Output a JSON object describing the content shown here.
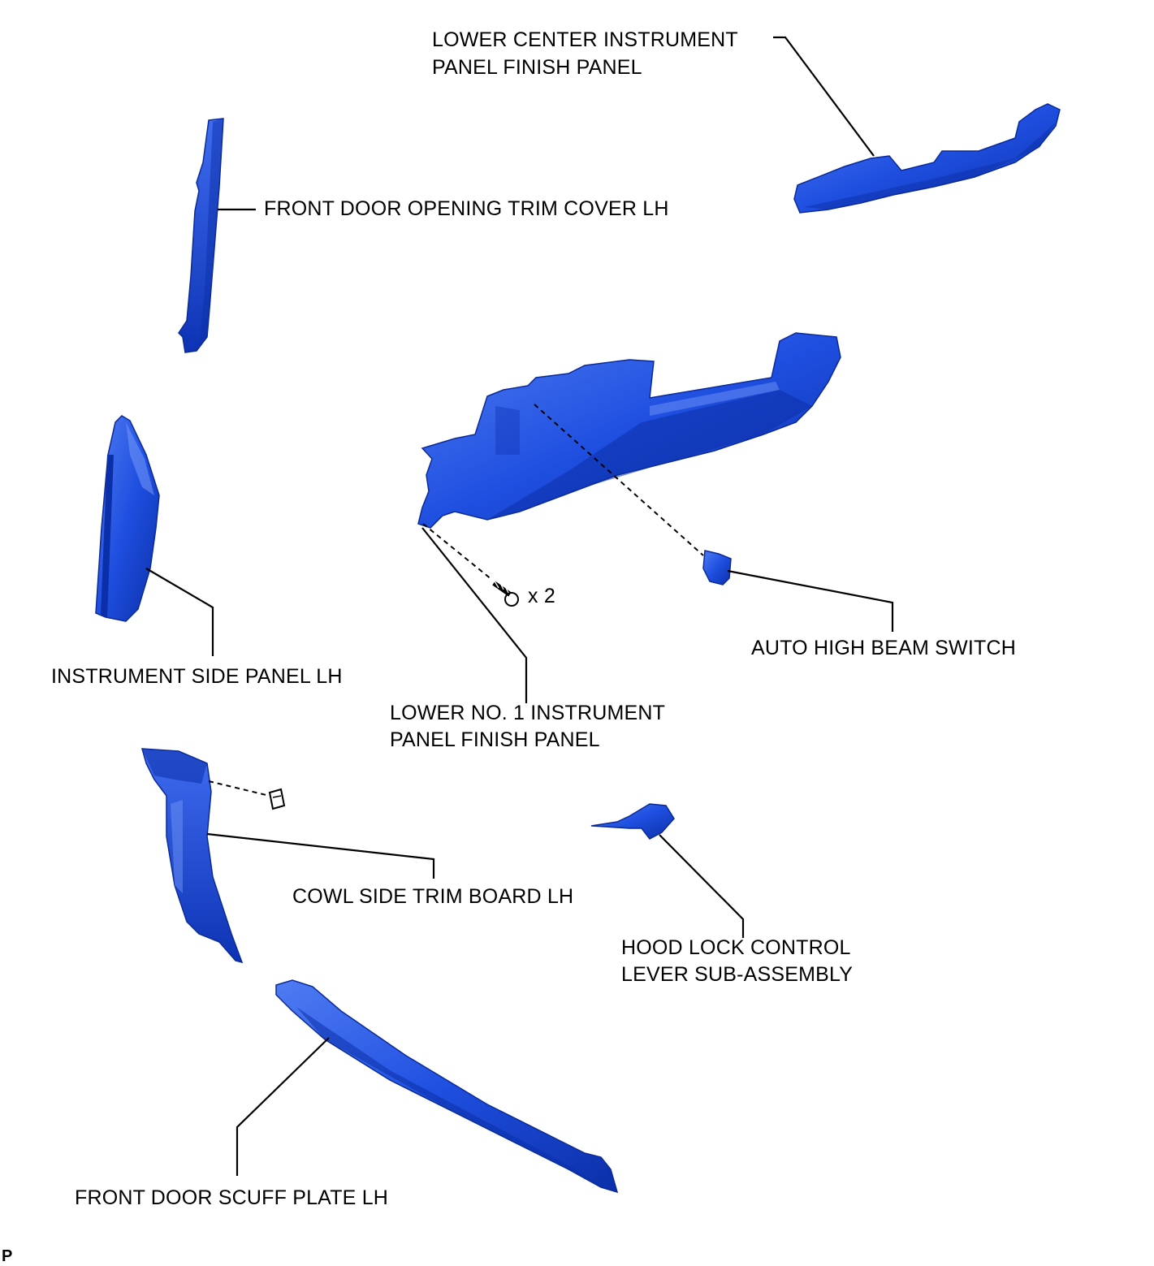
{
  "labels": {
    "lower_center_panel_1": "LOWER CENTER INSTRUMENT",
    "lower_center_panel_2": "PANEL FINISH PANEL",
    "front_door_opening_trim": "FRONT DOOR OPENING TRIM COVER LH",
    "instrument_side_panel": "INSTRUMENT SIDE PANEL LH",
    "lower_no1_panel_1": "LOWER NO. 1 INSTRUMENT",
    "lower_no1_panel_2": "PANEL FINISH PANEL",
    "auto_high_beam": "AUTO HIGH BEAM SWITCH",
    "screw_qty": "x 2",
    "cowl_side_trim": "COWL SIDE TRIM BOARD LH",
    "hood_lock_1": "HOOD LOCK CONTROL",
    "hood_lock_2": "LEVER SUB-ASSEMBLY",
    "front_door_scuff": "FRONT DOOR SCUFF PLATE LH",
    "corner_mark": "P"
  },
  "colors": {
    "part_fill": "#1f4fe0",
    "part_dark": "#0b2fa8",
    "part_light": "#4f7cf2"
  }
}
